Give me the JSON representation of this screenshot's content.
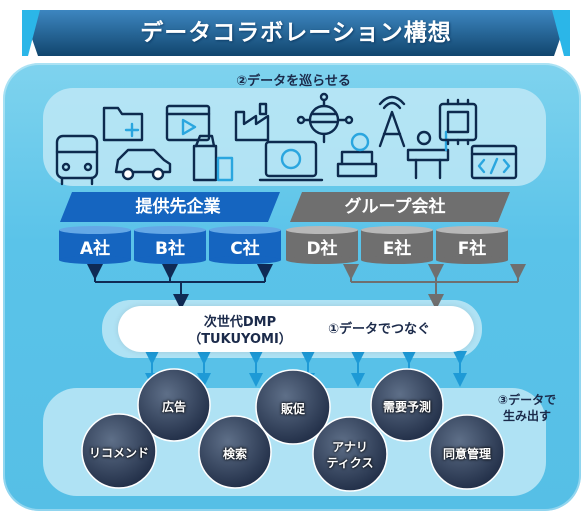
{
  "title": "データコラボレーション構想",
  "circulate_label": "②データを巡らせる",
  "provider_label": "提供先企業",
  "group_label": "グループ会社",
  "companies": [
    {
      "label": "A社",
      "group": "provider"
    },
    {
      "label": "B社",
      "group": "provider"
    },
    {
      "label": "C社",
      "group": "provider"
    },
    {
      "label": "D社",
      "group": "group"
    },
    {
      "label": "E社",
      "group": "group"
    },
    {
      "label": "F社",
      "group": "group"
    }
  ],
  "dmp": {
    "line1": "次世代DMP",
    "line2": "（TUKUYOMI）",
    "connect_label": "①データでつなぐ"
  },
  "create": {
    "line1": "③データで",
    "line2": "生み出す"
  },
  "functions": [
    "広告",
    "販促",
    "需要予測",
    "リコメンド",
    "検索",
    "アナリ",
    "ティクス",
    "同意管理"
  ],
  "industry_icons": [
    "bus-icon",
    "car-icon",
    "folder-plus-icon",
    "beverage-icon",
    "video-player-icon",
    "factory-icon",
    "web-payment-icon",
    "database-network-icon",
    "school-icon",
    "radio-tower-icon",
    "presenter-icon",
    "chip-payment-icon",
    "code-window-icon"
  ],
  "colors": {
    "provider": "#1565c0",
    "group": "#6f6f6f",
    "panel": "#5ac3e9",
    "arrow_light": "#1e9ad6",
    "title_bg": "#1a5f92"
  }
}
